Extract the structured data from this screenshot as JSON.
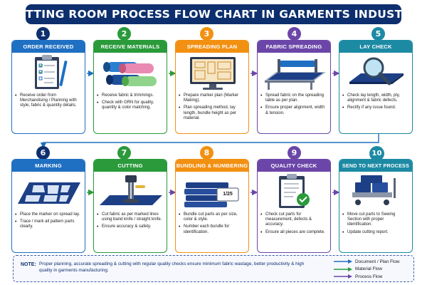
{
  "title": "CUTTING ROOM PROCESS FLOW CHART IN GARMENTS INDUSTRY",
  "colors": {
    "navy": "#0d2f6e",
    "blue": "#1f6fc2",
    "green": "#2a9a3b",
    "orange": "#f29012",
    "purple": "#6b46a8",
    "teal": "#1d8aa4",
    "document_flow": "#1f6fc2",
    "material_flow": "#2a9a3b",
    "process_flow": "#6b46a8"
  },
  "steps": [
    {
      "number": "1",
      "title": "ORDER RECEIVED",
      "icon": "clipboard-icon",
      "bullets": [
        "Receive order from Merchandising / Planning with style, fabric & quantity details."
      ]
    },
    {
      "number": "2",
      "title": "RECEIVE MATERIALS",
      "icon": "fabric-rolls-icon",
      "bullets": [
        "Receive fabric & trimmings.",
        "Check with GRN for quality, quantity & color matching."
      ]
    },
    {
      "number": "3",
      "title": "SPREADING PLAN",
      "icon": "computer-monitor-icon",
      "bullets": [
        "Prepare marker plan (Marker Making).",
        "Plan spreading method, lay length, bundle height as per material."
      ]
    },
    {
      "number": "4",
      "title": "FABRIC SPREADING",
      "icon": "spreading-table-icon",
      "bullets": [
        "Spread fabric on the spreading table as per plan.",
        "Ensure proper alignment, width & tension."
      ]
    },
    {
      "number": "5",
      "title": "LAY CHECK",
      "icon": "magnifier-icon",
      "bullets": [
        "Check lay length, width, ply, alignment & fabric defects.",
        "Rectify if any issue found."
      ]
    },
    {
      "number": "6",
      "title": "MARKING",
      "icon": "marker-pattern-icon",
      "bullets": [
        "Place the marker on spread lay.",
        "Trace / mark all pattern parts clearly."
      ]
    },
    {
      "number": "7",
      "title": "CUTTING",
      "icon": "cutting-machine-icon",
      "bullets": [
        "Cut fabric as per marked lines using band knife / straight knife.",
        "Ensure accuracy & safety."
      ]
    },
    {
      "number": "8",
      "title": "BUNDLING & NUMBERING",
      "icon": "bundle-icon",
      "tag": "1/25",
      "bullets": [
        "Bundle cut parts as per size, color & style.",
        "Number each bundle for identification."
      ]
    },
    {
      "number": "9",
      "title": "QUALITY CHECK",
      "icon": "check-clipboard-icon",
      "bullets": [
        "Check cut parts for measurement, defects & accuracy.",
        "Ensure all pieces are complete."
      ]
    },
    {
      "number": "10",
      "title": "SEND TO NEXT PROCESS",
      "icon": "trolley-icon",
      "bullets": [
        "Move cut parts to Sewing Section with proper identification.",
        "Update cutting report."
      ]
    }
  ],
  "note": {
    "label": "NOTE:",
    "text": "Proper planning, accurate spreading & cutting with regular quality checks ensure minimum fabric wastage, better productivity & high quality in garments manufacturing."
  },
  "legend": [
    {
      "label": "Document / Plan Flow",
      "color": "#1f6fc2"
    },
    {
      "label": "Material Flow",
      "color": "#2a9a3b"
    },
    {
      "label": "Process Flow",
      "color": "#6b46a8"
    }
  ]
}
